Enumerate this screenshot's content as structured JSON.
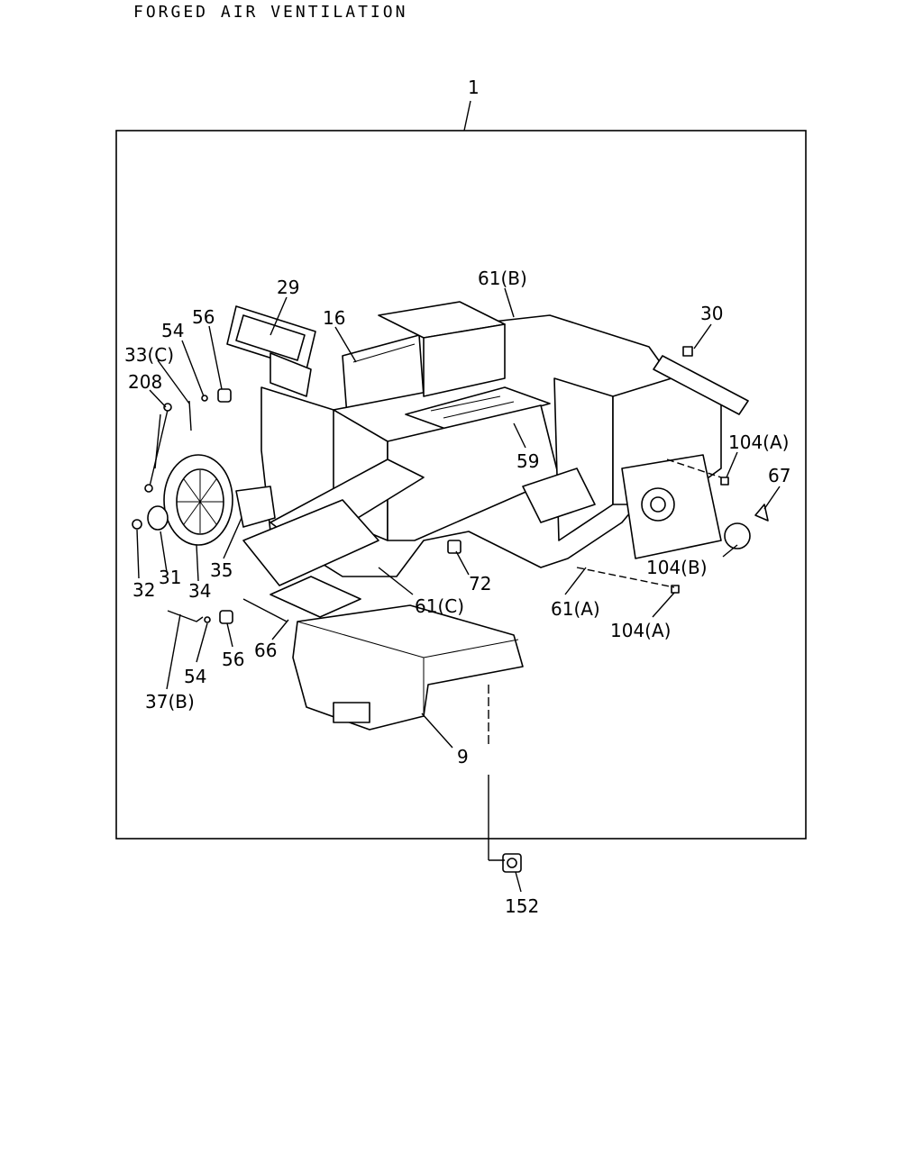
{
  "title": "FORGED AIR VENTILATION",
  "callouts": {
    "c1": "1",
    "c29": "29",
    "c16": "16",
    "c61b": "61(B)",
    "c30": "30",
    "c56a": "56",
    "c54a": "54",
    "c33c": "33(C)",
    "c208": "208",
    "c104a_top": "104(A)",
    "c67": "67",
    "c59": "59",
    "c104b": "104(B)",
    "c35": "35",
    "c72": "72",
    "c32": "32",
    "c31": "31",
    "c34": "34",
    "c61c": "61(C)",
    "c61a": "61(A)",
    "c104a_bot": "104(A)",
    "c56b": "56",
    "c66": "66",
    "c54b": "54",
    "c37b": "37(B)",
    "c9": "9",
    "c152": "152"
  }
}
